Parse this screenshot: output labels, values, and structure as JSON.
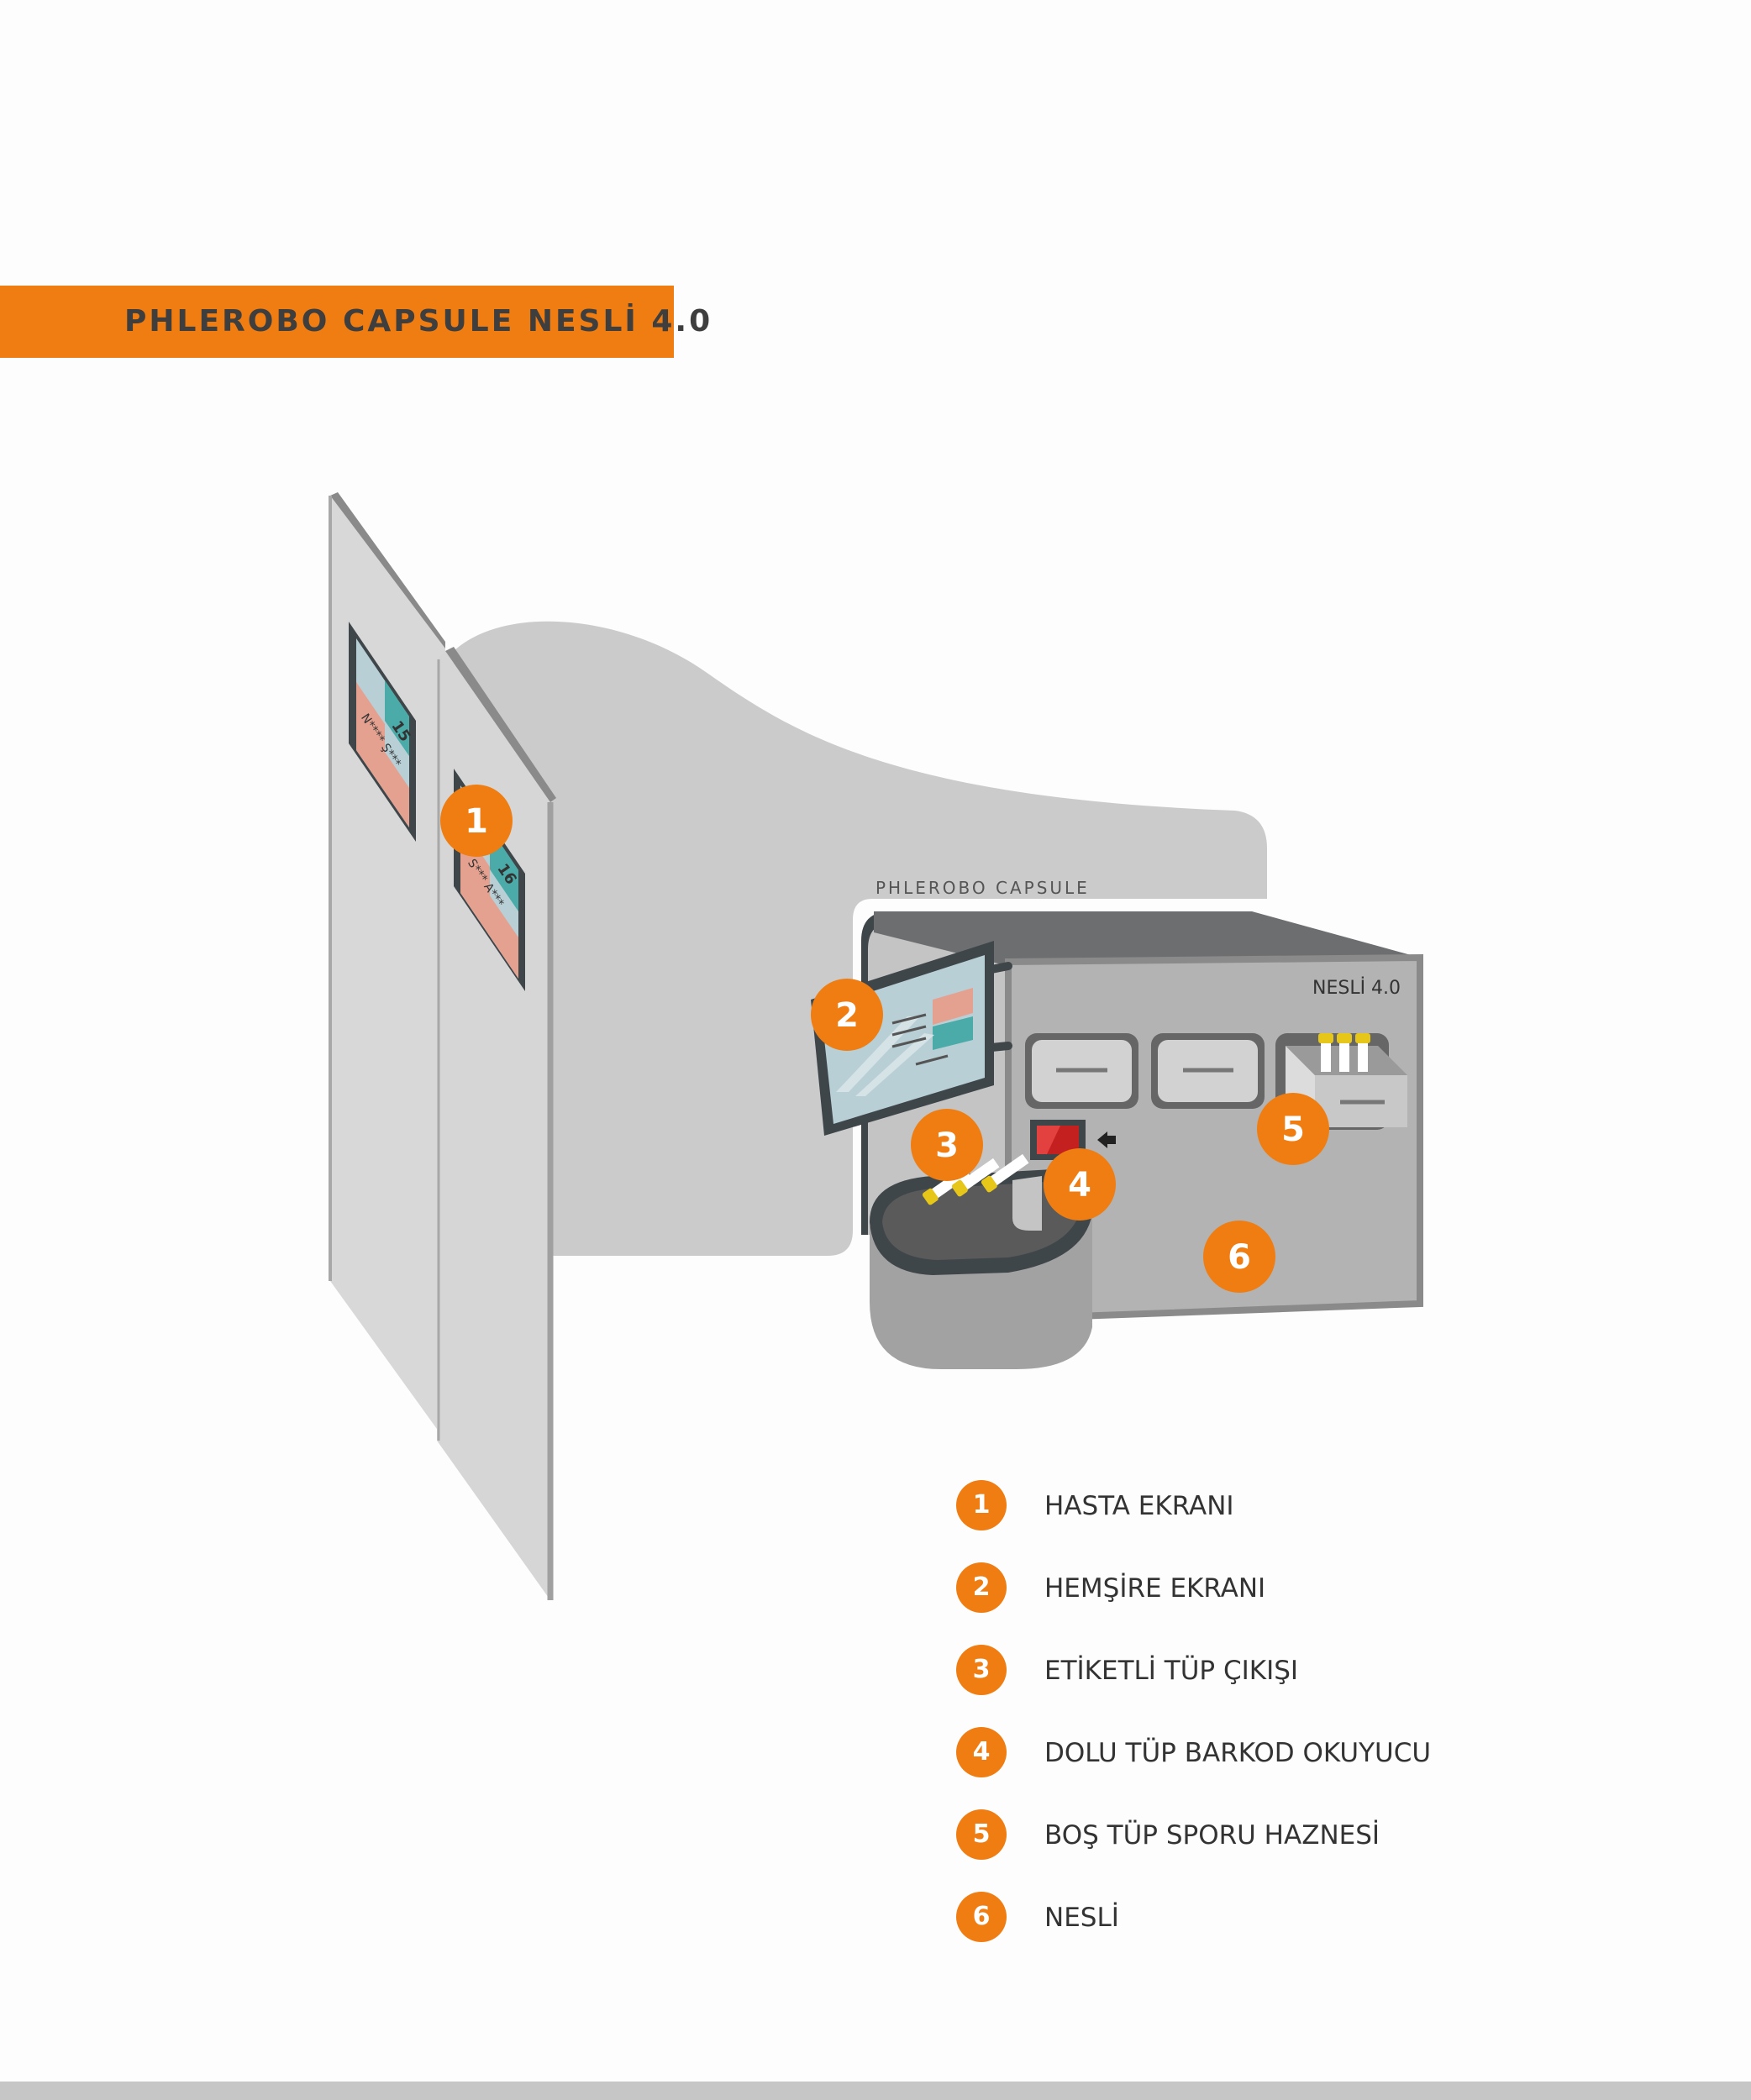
{
  "header": {
    "title": "PHLEROBO CAPSULE NESLİ 4.0"
  },
  "illustration": {
    "capsule_label": "PHLEROBO CAPSULE",
    "device_label": "NESLİ 4.0",
    "callouts": [
      {
        "number": "1"
      },
      {
        "number": "2"
      },
      {
        "number": "3"
      },
      {
        "number": "4"
      },
      {
        "number": "5"
      },
      {
        "number": "6"
      }
    ],
    "patient_screen_front": {
      "number": "16",
      "text": "S*** A***"
    },
    "patient_screen_back": {
      "number": "15",
      "text": "N**** Ş***"
    }
  },
  "legend": {
    "items": [
      {
        "number": "1",
        "label": "HASTA EKRANI"
      },
      {
        "number": "2",
        "label": "HEMŞİRE EKRANI"
      },
      {
        "number": "3",
        "label": "ETİKETLİ TÜP ÇIKIŞI"
      },
      {
        "number": "4",
        "label": "DOLU TÜP BARKOD OKUYUCU"
      },
      {
        "number": "5",
        "label": "BOŞ TÜP SPORU HAZNESİ"
      },
      {
        "number": "6",
        "label": "NESLİ"
      }
    ]
  },
  "colors": {
    "accent": "#ef7d12",
    "panel": "#d8d8d8",
    "backdrop": "#cbcbcb",
    "device_body": "#b3b3b3",
    "device_top": "#6d6e70",
    "frame_dark": "#3f4649",
    "screen_teal": "#4aaba8",
    "screen_salmon": "#e5a190",
    "barcode_red": "#c42020",
    "background": "#fdfdfd",
    "footer": "#c6c6c6"
  }
}
